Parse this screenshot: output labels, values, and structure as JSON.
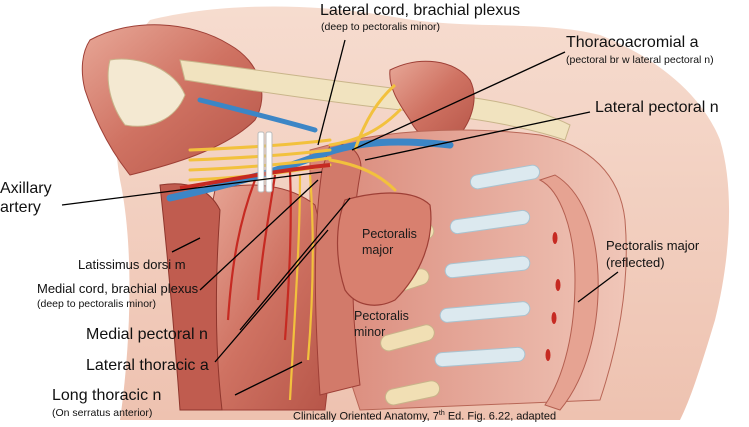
{
  "labels": {
    "lateral_cord_title": "Lateral cord, brachial plexus",
    "lateral_cord_sub": "(deep to pectoralis minor)",
    "thoracoacromial_title": "Thoracoacromial a",
    "thoracoacromial_sub": "(pectoral br w lateral pectoral n)",
    "lateral_pectoral_n": "Lateral pectoral n",
    "axillary_line1": "Axillary",
    "axillary_line2": "artery",
    "latissimus_dorsi": "Latissimus dorsi m",
    "medial_cord_title": "Medial cord, brachial plexus",
    "medial_cord_sub": "(deep to pectoralis minor)",
    "medial_pectoral_n": "Medial pectoral n",
    "lateral_thoracic_a": "Lateral thoracic a",
    "long_thoracic_title": "Long thoracic n",
    "long_thoracic_sub": "(On serratus anterior)",
    "pec_major_l1": "Pectoralis",
    "pec_major_l2": "major",
    "pec_minor_l1": "Pectoralis",
    "pec_minor_l2": "minor",
    "pec_major_reflected_l1": "Pectoralis major",
    "pec_major_reflected_l2": "(reflected)"
  },
  "caption": {
    "pre": "Clinically Oriented Anatomy, 7",
    "sup": "th",
    "post": " Ed. Fig. 6.22, adapted"
  },
  "colors": {
    "muscle": "#c9675a",
    "muscle_light": "#e09a8a",
    "muscle_dark": "#9e3f36",
    "skin": "#f3d2c4",
    "vein": "#3c86c6",
    "nerve": "#f2c13d",
    "artery": "#c62a22",
    "bone": "#f1e3bf",
    "leader": "#000000"
  }
}
